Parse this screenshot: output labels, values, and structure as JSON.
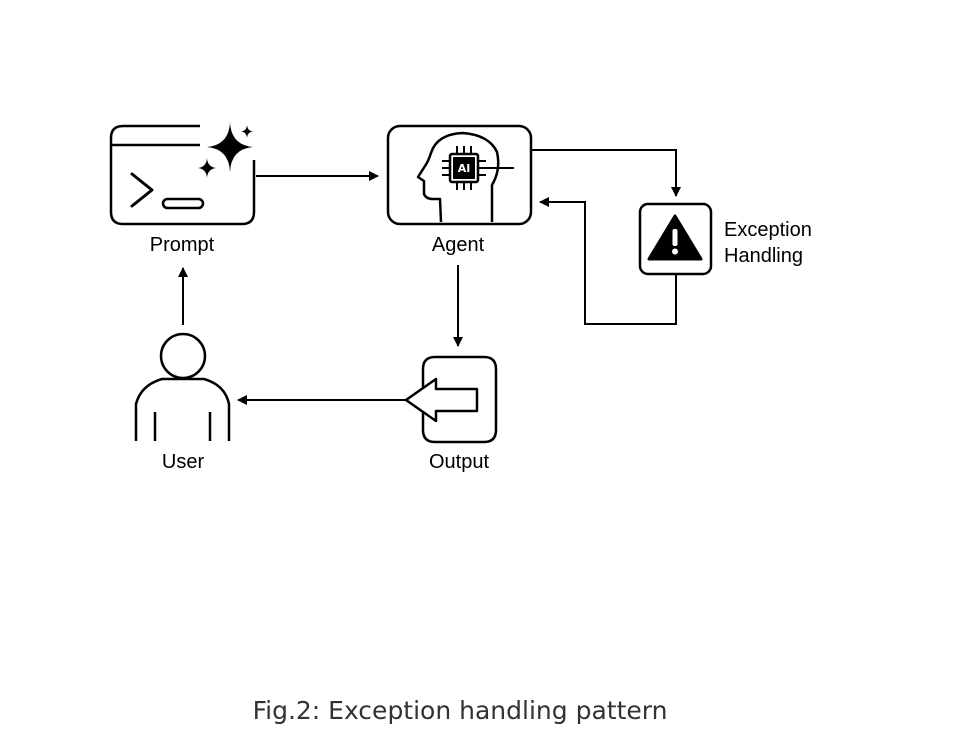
{
  "nodes": {
    "prompt": {
      "label": "Prompt",
      "icon": "terminal-sparkle-icon"
    },
    "agent": {
      "label": "Agent",
      "icon": "ai-head-chip-icon",
      "chip_text": "AI"
    },
    "exception": {
      "label_line1": "Exception",
      "label_line2": "Handling",
      "icon": "warning-triangle-icon"
    },
    "output": {
      "label": "Output",
      "icon": "output-arrow-icon"
    },
    "user": {
      "label": "User",
      "icon": "user-person-icon"
    }
  },
  "edges": [
    {
      "from": "prompt",
      "to": "agent"
    },
    {
      "from": "agent",
      "to": "exception"
    },
    {
      "from": "exception",
      "to": "agent"
    },
    {
      "from": "agent",
      "to": "output"
    },
    {
      "from": "output",
      "to": "user"
    },
    {
      "from": "user",
      "to": "prompt"
    }
  ],
  "caption": "Fig.2: Exception handling pattern",
  "colors": {
    "stroke": "#000000",
    "background": "#ffffff",
    "caption": "#333333"
  }
}
